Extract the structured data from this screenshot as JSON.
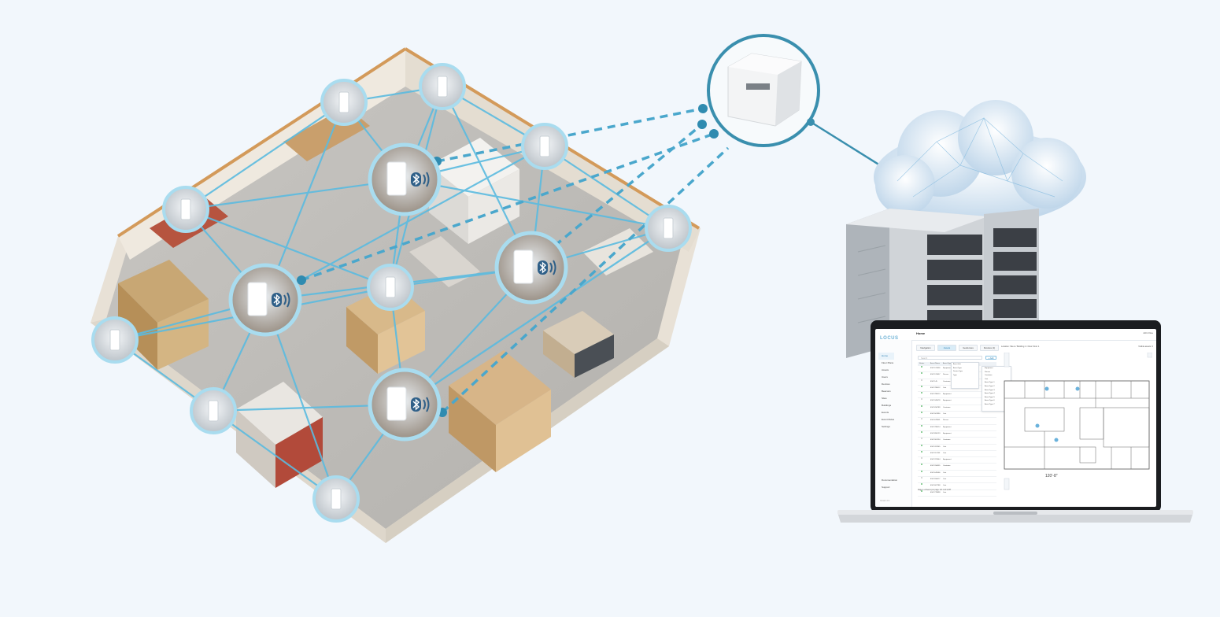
{
  "laptop_app": {
    "logo": "LOCUS",
    "page_title": "Home",
    "user": "John Doe",
    "nav": [
      "Home",
      "Floor Plans",
      "Assets",
      "Users",
      "Devices",
      "Beacons",
      "Sites",
      "Buildings",
      "Events",
      "Event Rules",
      "Settings"
    ],
    "footer_nav": [
      "Documentation",
      "Support"
    ],
    "version": "Version 0.1",
    "tabs": [
      "Navigation",
      "Assets",
      "Geofences",
      "Devices (1)"
    ],
    "location": "Location: Site A / Building 1 / Floor Floor 1",
    "visible": "Visible assets: 0",
    "search_placeholder": "Search",
    "add_label": "+ Add",
    "table_headers": [
      "Status",
      "Asset Name",
      "Asset Type"
    ],
    "table_rows": [
      [
        "ESP-123456",
        "Equipment"
      ],
      [
        "ESP-123457",
        "Person"
      ],
      [
        "ESP-145",
        "Container"
      ],
      [
        "ESP-789012",
        "Cart"
      ],
      [
        "ESP-789013",
        "Equipment"
      ],
      [
        "ESP-345678",
        "Equipment"
      ],
      [
        "ESP-456789",
        "Container"
      ],
      [
        "ESP-567890",
        "Cart"
      ],
      [
        "ESP-678901",
        "Person"
      ],
      [
        "ESP-789014",
        "Equipment"
      ],
      [
        "ESP-890123",
        "Equipment"
      ],
      [
        "ESP-901234",
        "Container"
      ],
      [
        "ESP-012345",
        "Cart"
      ],
      [
        "ESP-112233",
        "Cart"
      ],
      [
        "ESP-223344",
        "Equipment"
      ],
      [
        "ESP-334455",
        "Container"
      ],
      [
        "ESP-445566",
        "Cart"
      ],
      [
        "ESP-556677",
        "Cart"
      ],
      [
        "ESP-667788",
        "Cart"
      ],
      [
        "ESP-778899",
        "Cart"
      ]
    ],
    "popup_items": [
      "Asset Info",
      "Asset Type",
      "Device Type",
      "Type"
    ],
    "filter_items": [
      "Equipment",
      "Person",
      "Container",
      "Cart",
      "Asset Type 1",
      "Asset Type 2",
      "Asset Type 3",
      "Asset Type 4",
      "Asset Type 5",
      "Asset Type 6",
      "Asset Type 7"
    ],
    "pager": "Page  1  of      Items per page:  20     1-20 of 87",
    "scale_label": "120'-8\""
  },
  "colors": {
    "background": "#f2f7fc",
    "link_line": "#5bbbe0",
    "node_ring": "#a9dcef",
    "bluetooth": "#2e5f88",
    "gateway_ring": "#3a8fae"
  }
}
